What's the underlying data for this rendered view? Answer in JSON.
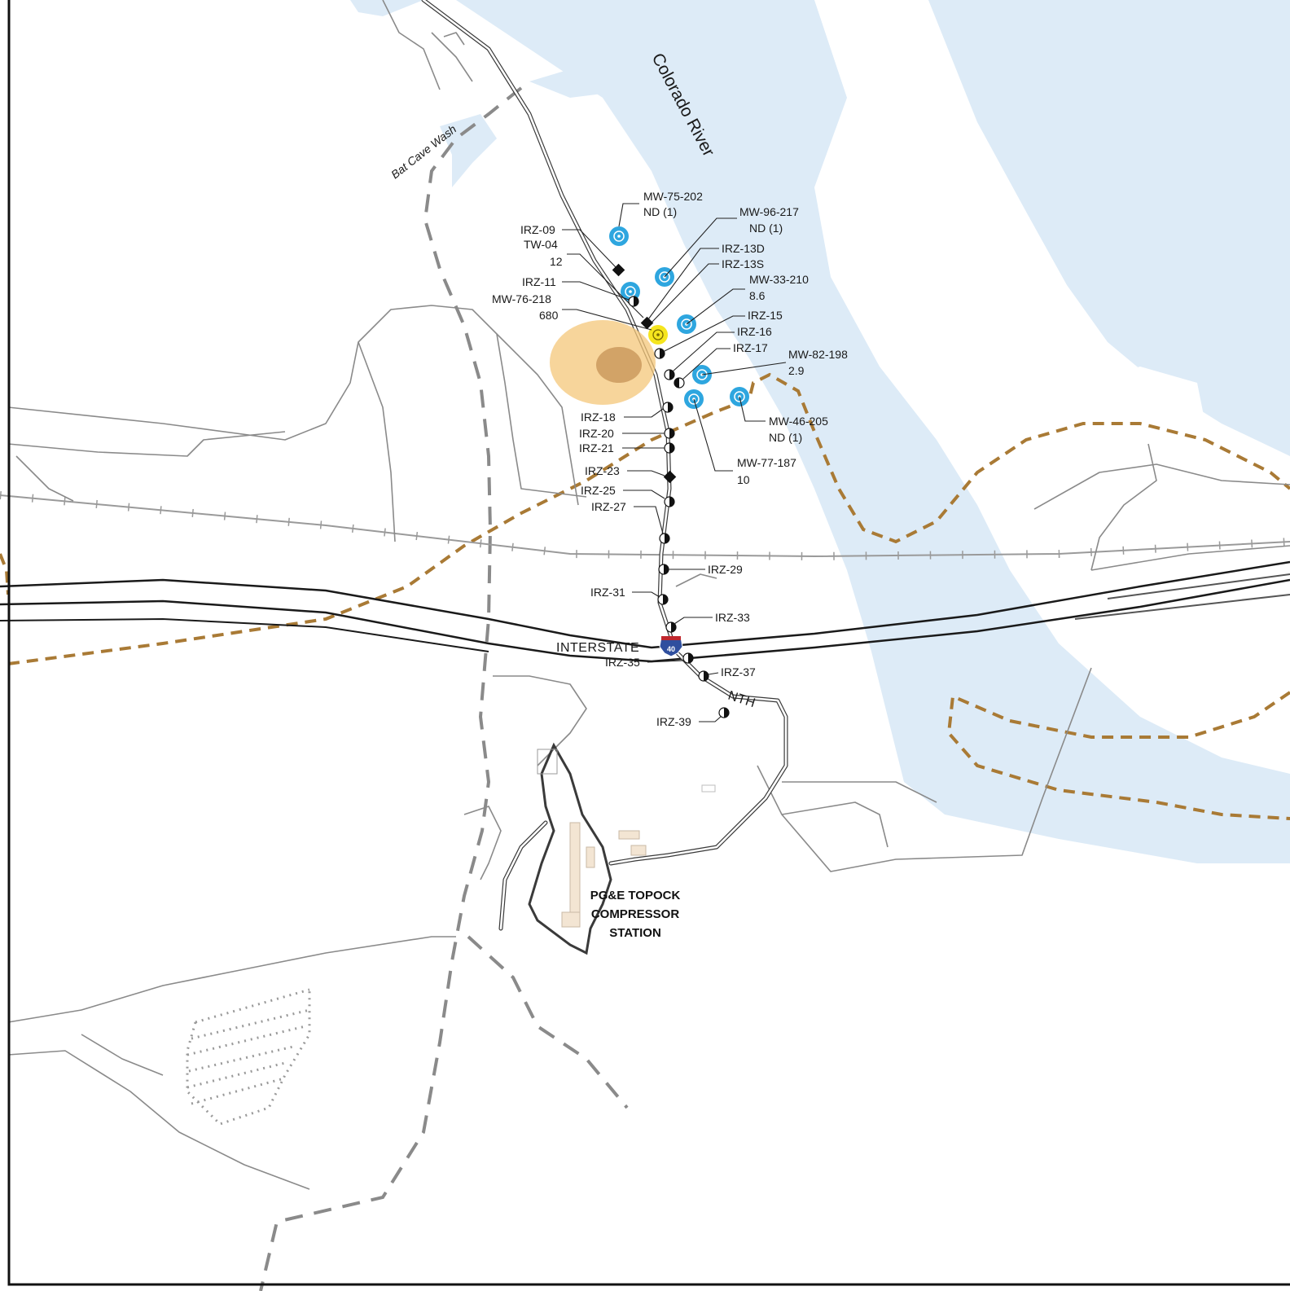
{
  "map": {
    "river_label": "Colorado River",
    "wash_label": "Bat Cave Wash",
    "highway_label": "INTERSTATE",
    "highway_shield": "40",
    "road_label": "NTH",
    "station_label": [
      "PG&E TOPOCK",
      "COMPRESSOR",
      "STATION"
    ],
    "colors": {
      "river": "#ddebf7",
      "monitoring_well": "#2ea6df",
      "high_value_well": "#f5e51e",
      "plume_outer": "#f4c77a",
      "plume_inner": "#c8965a",
      "dashed_boundary": "#a97a35",
      "wash_dash": "#8a8a8a"
    },
    "monitoring_wells": [
      {
        "id": "MW-75-202",
        "value": "ND (1)"
      },
      {
        "id": "MW-96-217",
        "value": "ND (1)"
      },
      {
        "id": "MW-33-210",
        "value": "8.6"
      },
      {
        "id": "MW-82-198",
        "value": "2.9"
      },
      {
        "id": "MW-46-205",
        "value": "ND (1)"
      },
      {
        "id": "MW-77-187",
        "value": "10"
      },
      {
        "id": "MW-76-218",
        "value": "680"
      }
    ],
    "other_wells": [
      {
        "id": "TW-04",
        "value": "12"
      }
    ],
    "irz_wells": [
      "IRZ-09",
      "IRZ-11",
      "IRZ-13D",
      "IRZ-13S",
      "IRZ-15",
      "IRZ-16",
      "IRZ-17",
      "IRZ-18",
      "IRZ-20",
      "IRZ-21",
      "IRZ-23",
      "IRZ-25",
      "IRZ-27",
      "IRZ-29",
      "IRZ-31",
      "IRZ-33",
      "IRZ-35",
      "IRZ-37",
      "IRZ-39"
    ]
  }
}
